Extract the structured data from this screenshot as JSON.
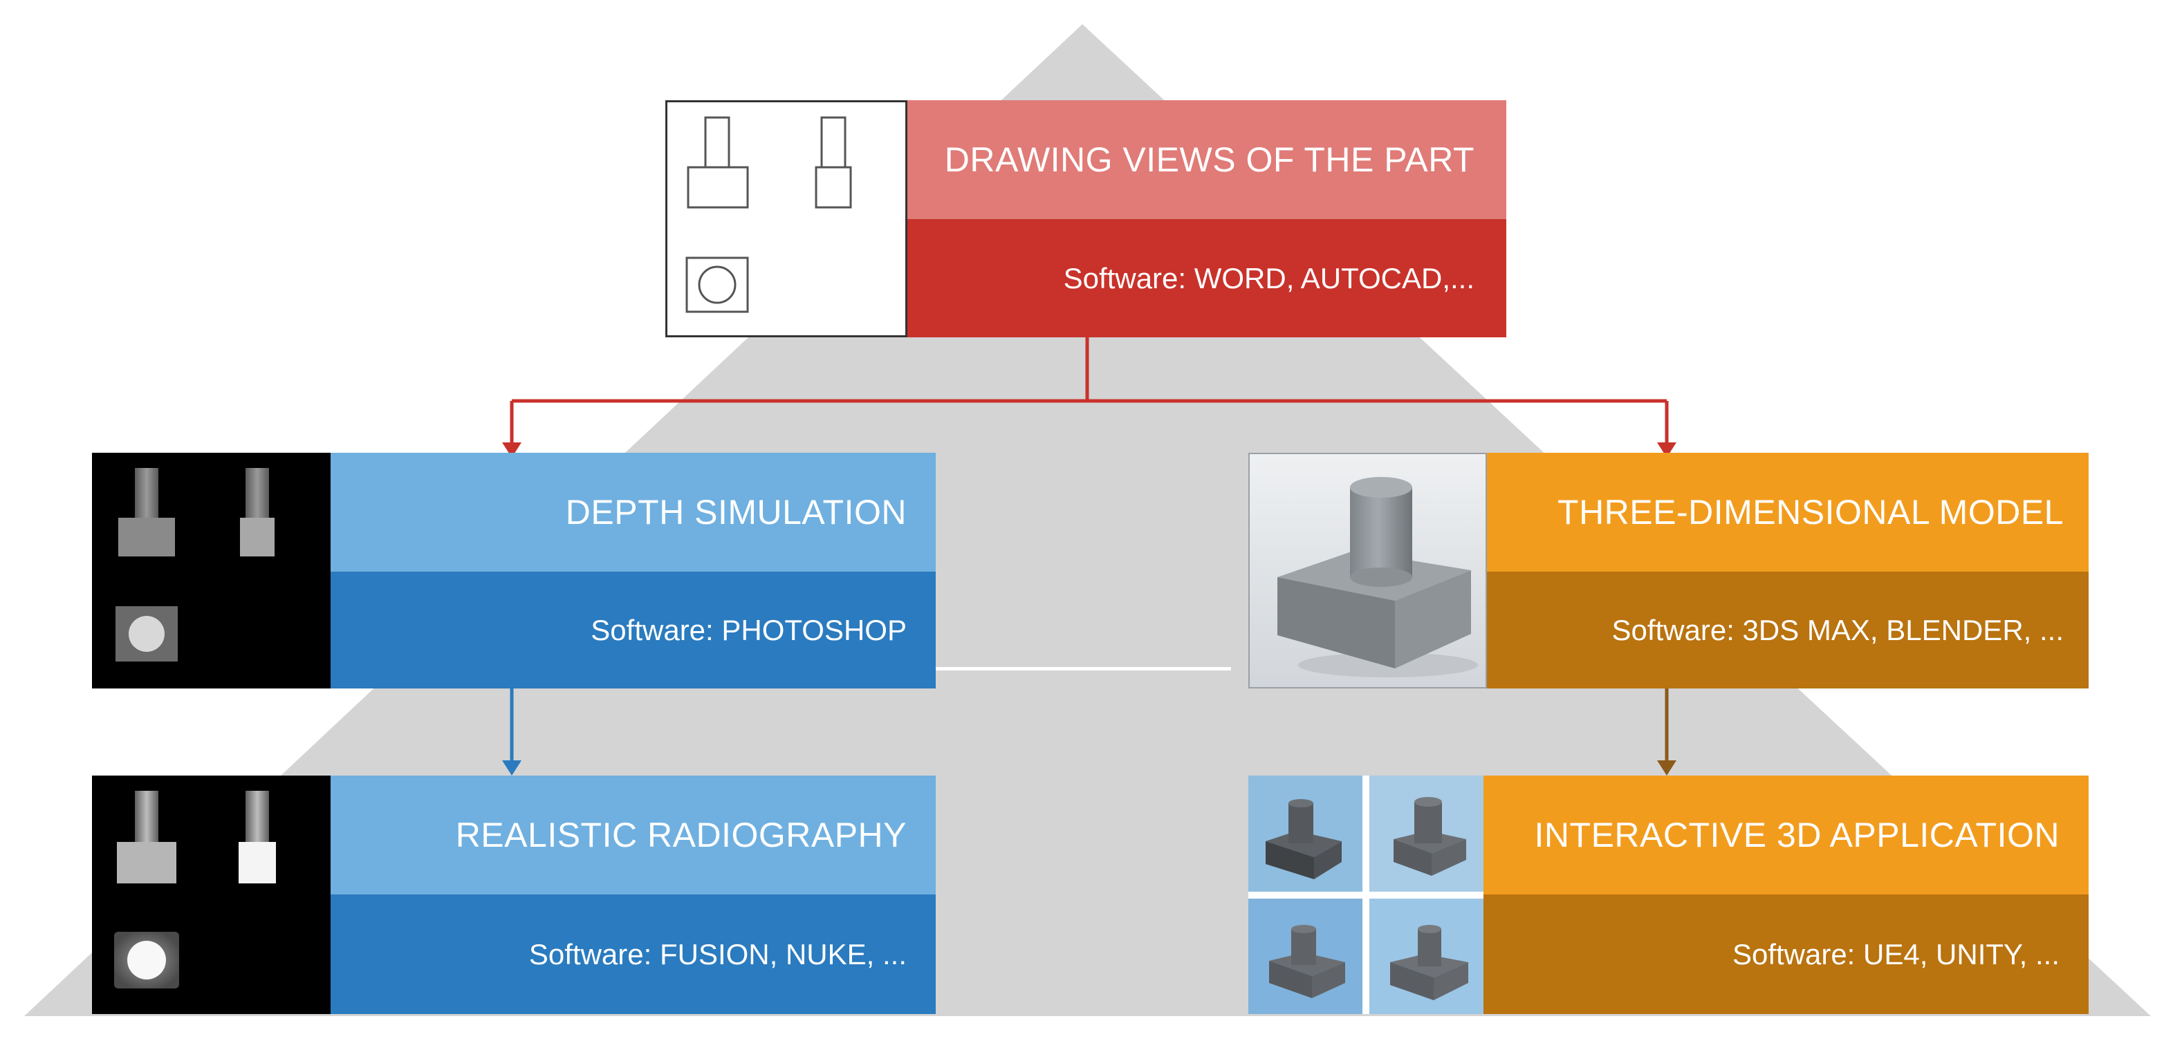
{
  "colors": {
    "red_title": "#e07b77",
    "red_sub": "#c8322b",
    "blue_title": "#6fb0e0",
    "blue_sub": "#2a7bbf",
    "orange_title": "#f29c1e",
    "orange_sub": "#b9730f",
    "pyramid": "#d4d4d4"
  },
  "cards": {
    "drawing": {
      "title": "DRAWING VIEWS OF THE PART",
      "software": "Software:  WORD, AUTOCAD,..."
    },
    "depth": {
      "title": "DEPTH SIMULATION",
      "software": "Software:  PHOTOSHOP"
    },
    "model": {
      "title": "THREE-DIMENSIONAL MODEL",
      "software": "Software:  3DS MAX, BLENDER, ..."
    },
    "radiography": {
      "title": "REALISTIC  RADIOGRAPHY",
      "software": "Software: FUSION, NUKE, ..."
    },
    "interactive": {
      "title": "INTERACTIVE 3D APPLICATION",
      "software": "Software: UE4, UNITY, ..."
    }
  }
}
